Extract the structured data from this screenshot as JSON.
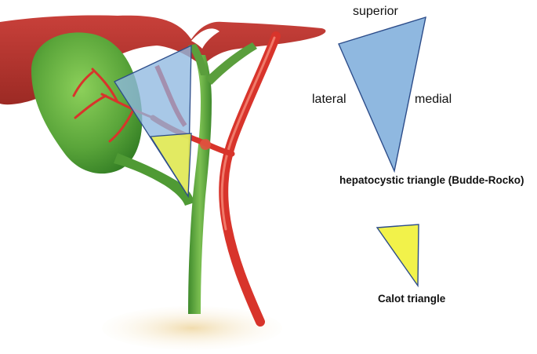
{
  "labels": {
    "superior": "superior",
    "lateral": "lateral",
    "medial": "medial",
    "hepatocystic": "hepatocystic triangle (Budde-Rocko)",
    "calot": "Calot triangle"
  },
  "colors": {
    "liver": "#b9302a",
    "gallbladder": "#5ba23a",
    "duct": "#5a9e3c",
    "artery": "#d8342b",
    "hepatocystic_fill": "#8fb8e0",
    "calot_fill": "#ecf04a",
    "outline": "#2d4d8a",
    "base": "#e8cfa0"
  }
}
